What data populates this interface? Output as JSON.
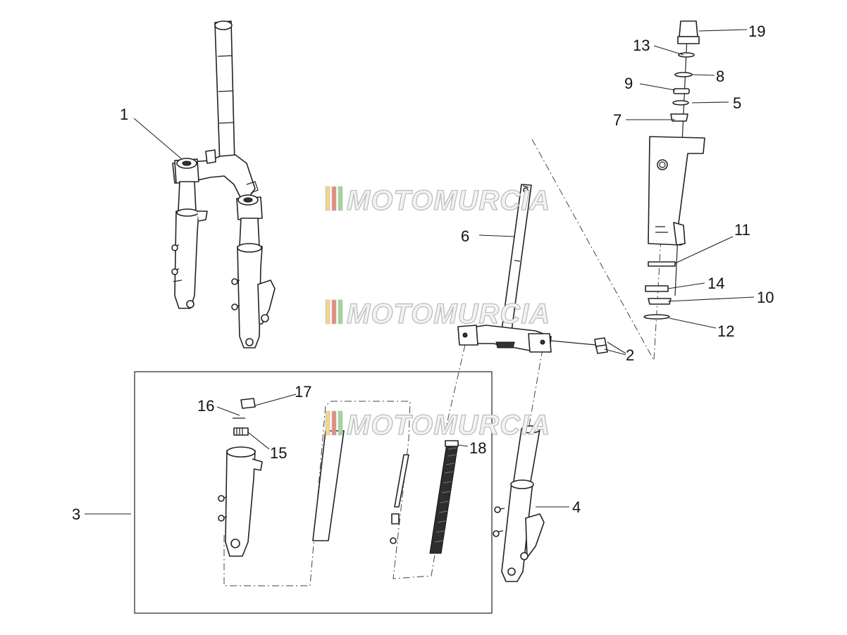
{
  "watermark": {
    "text": "MOTOMURCIA",
    "stripe_colors": [
      "#f2d58a",
      "#e88a84",
      "#9fd79a"
    ]
  },
  "callouts": [
    {
      "id": "1",
      "label": "1"
    },
    {
      "id": "2",
      "label": "2"
    },
    {
      "id": "3",
      "label": "3"
    },
    {
      "id": "4",
      "label": "4"
    },
    {
      "id": "5",
      "label": "5"
    },
    {
      "id": "6",
      "label": "6"
    },
    {
      "id": "7",
      "label": "7"
    },
    {
      "id": "8",
      "label": "8"
    },
    {
      "id": "9",
      "label": "9"
    },
    {
      "id": "10",
      "label": "10"
    },
    {
      "id": "11",
      "label": "11"
    },
    {
      "id": "12",
      "label": "12"
    },
    {
      "id": "13",
      "label": "13"
    },
    {
      "id": "14",
      "label": "14"
    },
    {
      "id": "15",
      "label": "15"
    },
    {
      "id": "16",
      "label": "16"
    },
    {
      "id": "17",
      "label": "17"
    },
    {
      "id": "18",
      "label": "18"
    },
    {
      "id": "19",
      "label": "19"
    }
  ]
}
